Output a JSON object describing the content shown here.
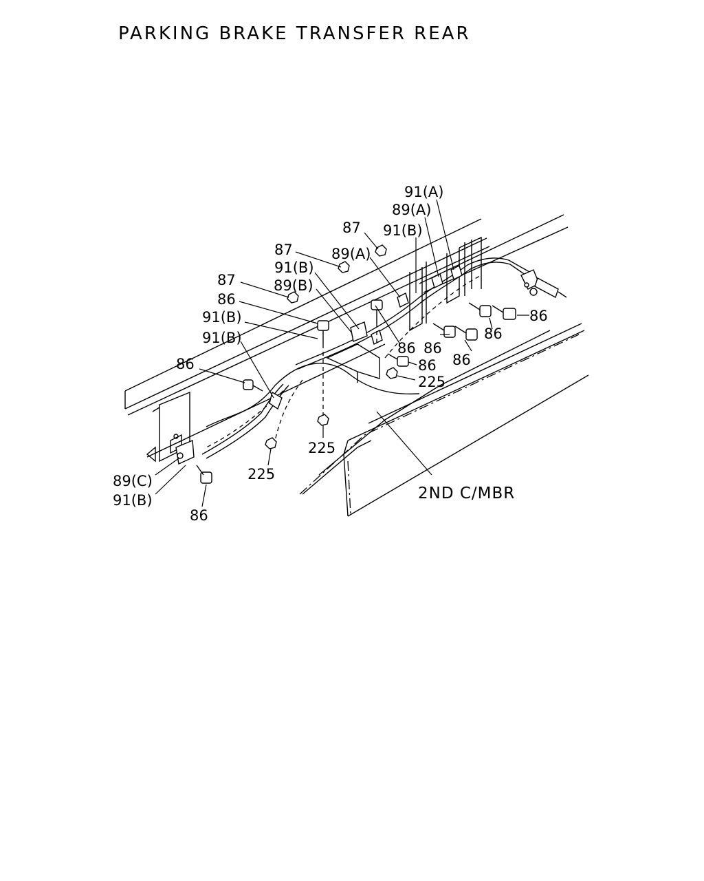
{
  "title": "PARKING BRAKE TRANSFER REAR",
  "callouts": [
    {
      "id": "c01",
      "text": "91(A)"
    },
    {
      "id": "c02",
      "text": "89(A)"
    },
    {
      "id": "c03",
      "text": "87"
    },
    {
      "id": "c04",
      "text": "91(B)"
    },
    {
      "id": "c05",
      "text": "87"
    },
    {
      "id": "c06",
      "text": "89(A)"
    },
    {
      "id": "c07",
      "text": "91(B)"
    },
    {
      "id": "c08",
      "text": "87"
    },
    {
      "id": "c09",
      "text": "89(B)"
    },
    {
      "id": "c10",
      "text": "86"
    },
    {
      "id": "c11",
      "text": "91(B)"
    },
    {
      "id": "c12",
      "text": "91(B)"
    },
    {
      "id": "c13",
      "text": "86"
    },
    {
      "id": "c14",
      "text": "86"
    },
    {
      "id": "c15",
      "text": "86"
    },
    {
      "id": "c16",
      "text": "86"
    },
    {
      "id": "c17",
      "text": "86"
    },
    {
      "id": "c18",
      "text": "86"
    },
    {
      "id": "c19",
      "text": "86"
    },
    {
      "id": "c20",
      "text": "225"
    },
    {
      "id": "c21",
      "text": "225"
    },
    {
      "id": "c22",
      "text": "225"
    },
    {
      "id": "c23",
      "text": "89(C)"
    },
    {
      "id": "c24",
      "text": "91(B)"
    },
    {
      "id": "c25",
      "text": "86"
    },
    {
      "id": "c26",
      "text": "2ND C/MBR"
    }
  ]
}
